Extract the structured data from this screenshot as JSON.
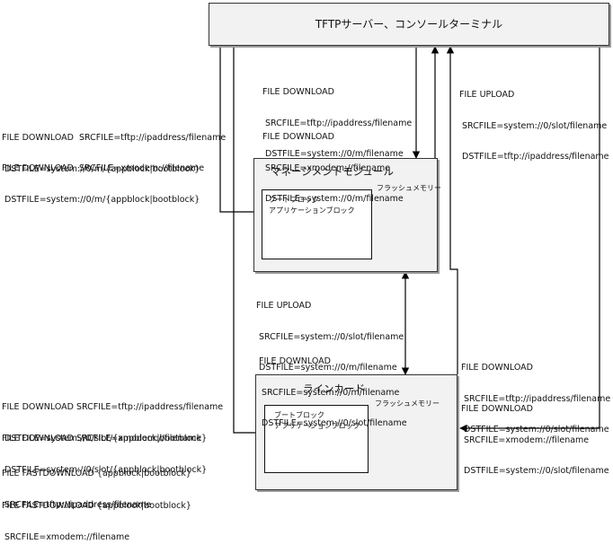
{
  "server": {
    "title": "TFTPサーバー、コンソールターミナル"
  },
  "mgmt_module": {
    "title": "マネージメントモジュール",
    "flash_label": "フラッシュメモリー",
    "blocks": [
      "ブートブロック",
      "アプリケーションブロック"
    ]
  },
  "line_card": {
    "title": "ラインカード",
    "flash_label": "フラッシュメモリー",
    "blocks": [
      "ブートブロック",
      "アプリケーションブロック"
    ]
  },
  "commands": {
    "top_center_1": [
      "FILE DOWNLOAD",
      "SRCFILE=tftp://ipaddress/filename",
      "DSTFILE=system://0/m/filename"
    ],
    "top_center_2": [
      "FILE DOWNLOAD",
      "SRCFILE=xmodem://filename",
      "DSTFILE=system://0/m/filename"
    ],
    "top_right_upload": [
      "FILE UPLOAD",
      "SRCFILE=system://0/slot/filename",
      "DSTFILE=tftp://ipaddress/filename"
    ],
    "left_mgmt_1": [
      "FILE DOWNLOAD  SRCFILE=tftp://ipaddress/filename",
      "DSTFILE=system://0/m/{appblock|bootblock}"
    ],
    "left_mgmt_2": [
      "FILE DOWNLOAD  SRCFILE=xmodem://filename",
      "DSTFILE=system://0/m/{appblock|bootblock}"
    ],
    "mid_upload": [
      "FILE UPLOAD",
      "SRCFILE=system://0/slot/filename",
      "DSTFILE=system://0/m/filename"
    ],
    "mid_download": [
      "FILE DOWNLOAD",
      "SRCFILE=system://0/m/filename",
      "DSTFILE=system://0/slot/filename"
    ],
    "right_download_1": [
      "FILE DOWNLOAD",
      "SRCFILE=tftp://ipaddress/filename",
      "DSTFILE=system://0/slot/filename"
    ],
    "right_download_2": [
      "FILE DOWNLOAD",
      "SRCFILE=xmodem://filename",
      "DSTFILE=system://0/slot/filename"
    ],
    "left_card_1": [
      "FILE DOWNLOAD SRCFILE=tftp://ipaddress/filename",
      "DSTFILE=system://0/slot/{appblock|bootblock}"
    ],
    "left_card_2": [
      "FILE DOWNLOAD SRCFILE=xmodem://filename",
      "DSTFILE=system://0/slot/{appblock|bootblock}"
    ],
    "left_card_3": [
      "FILE FASTDOWNLOAD {appblock|bootblock}",
      "SRCFILE=tftp://ipaddress/filename"
    ],
    "left_card_4": [
      "FILE FASTDOWNLOAD {appblock|bootblock}",
      "SRCFILE=xmodem://filename"
    ]
  }
}
